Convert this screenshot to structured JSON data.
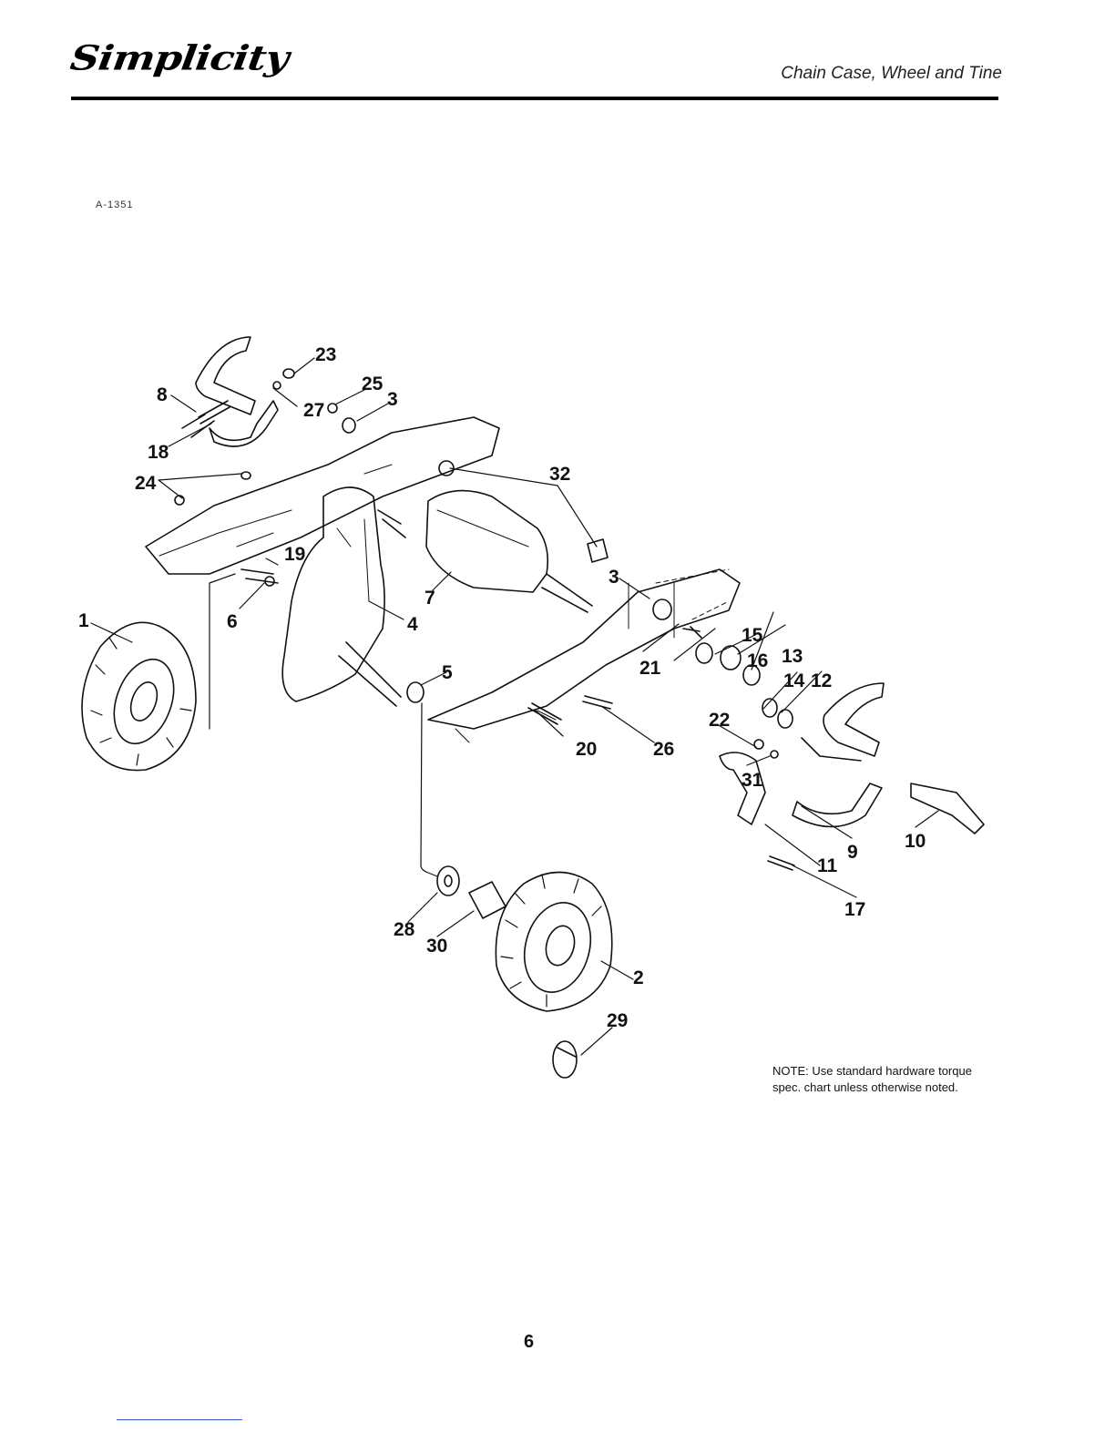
{
  "header": {
    "brand": "Simplicity",
    "section_title": "Chain Case, Wheel and Tine"
  },
  "figure": {
    "id": "A-1351",
    "callouts": {
      "c1": "1",
      "c2": "2",
      "c3a": "3",
      "c3b": "3",
      "c4": "4",
      "c5": "5",
      "c6": "6",
      "c7": "7",
      "c8": "8",
      "c9": "9",
      "c10": "10",
      "c11": "11",
      "c12": "12",
      "c13": "13",
      "c14": "14",
      "c15": "15",
      "c16": "16",
      "c17": "17",
      "c18": "18",
      "c19": "19",
      "c20": "20",
      "c21": "21",
      "c22": "22",
      "c23": "23",
      "c24": "24",
      "c25": "25",
      "c26": "26",
      "c27": "27",
      "c28": "28",
      "c29": "29",
      "c30": "30",
      "c31": "31",
      "c32": "32"
    }
  },
  "note": "NOTE: Use standard hardware torque spec. chart unless otherwise noted.",
  "page_number": "6"
}
